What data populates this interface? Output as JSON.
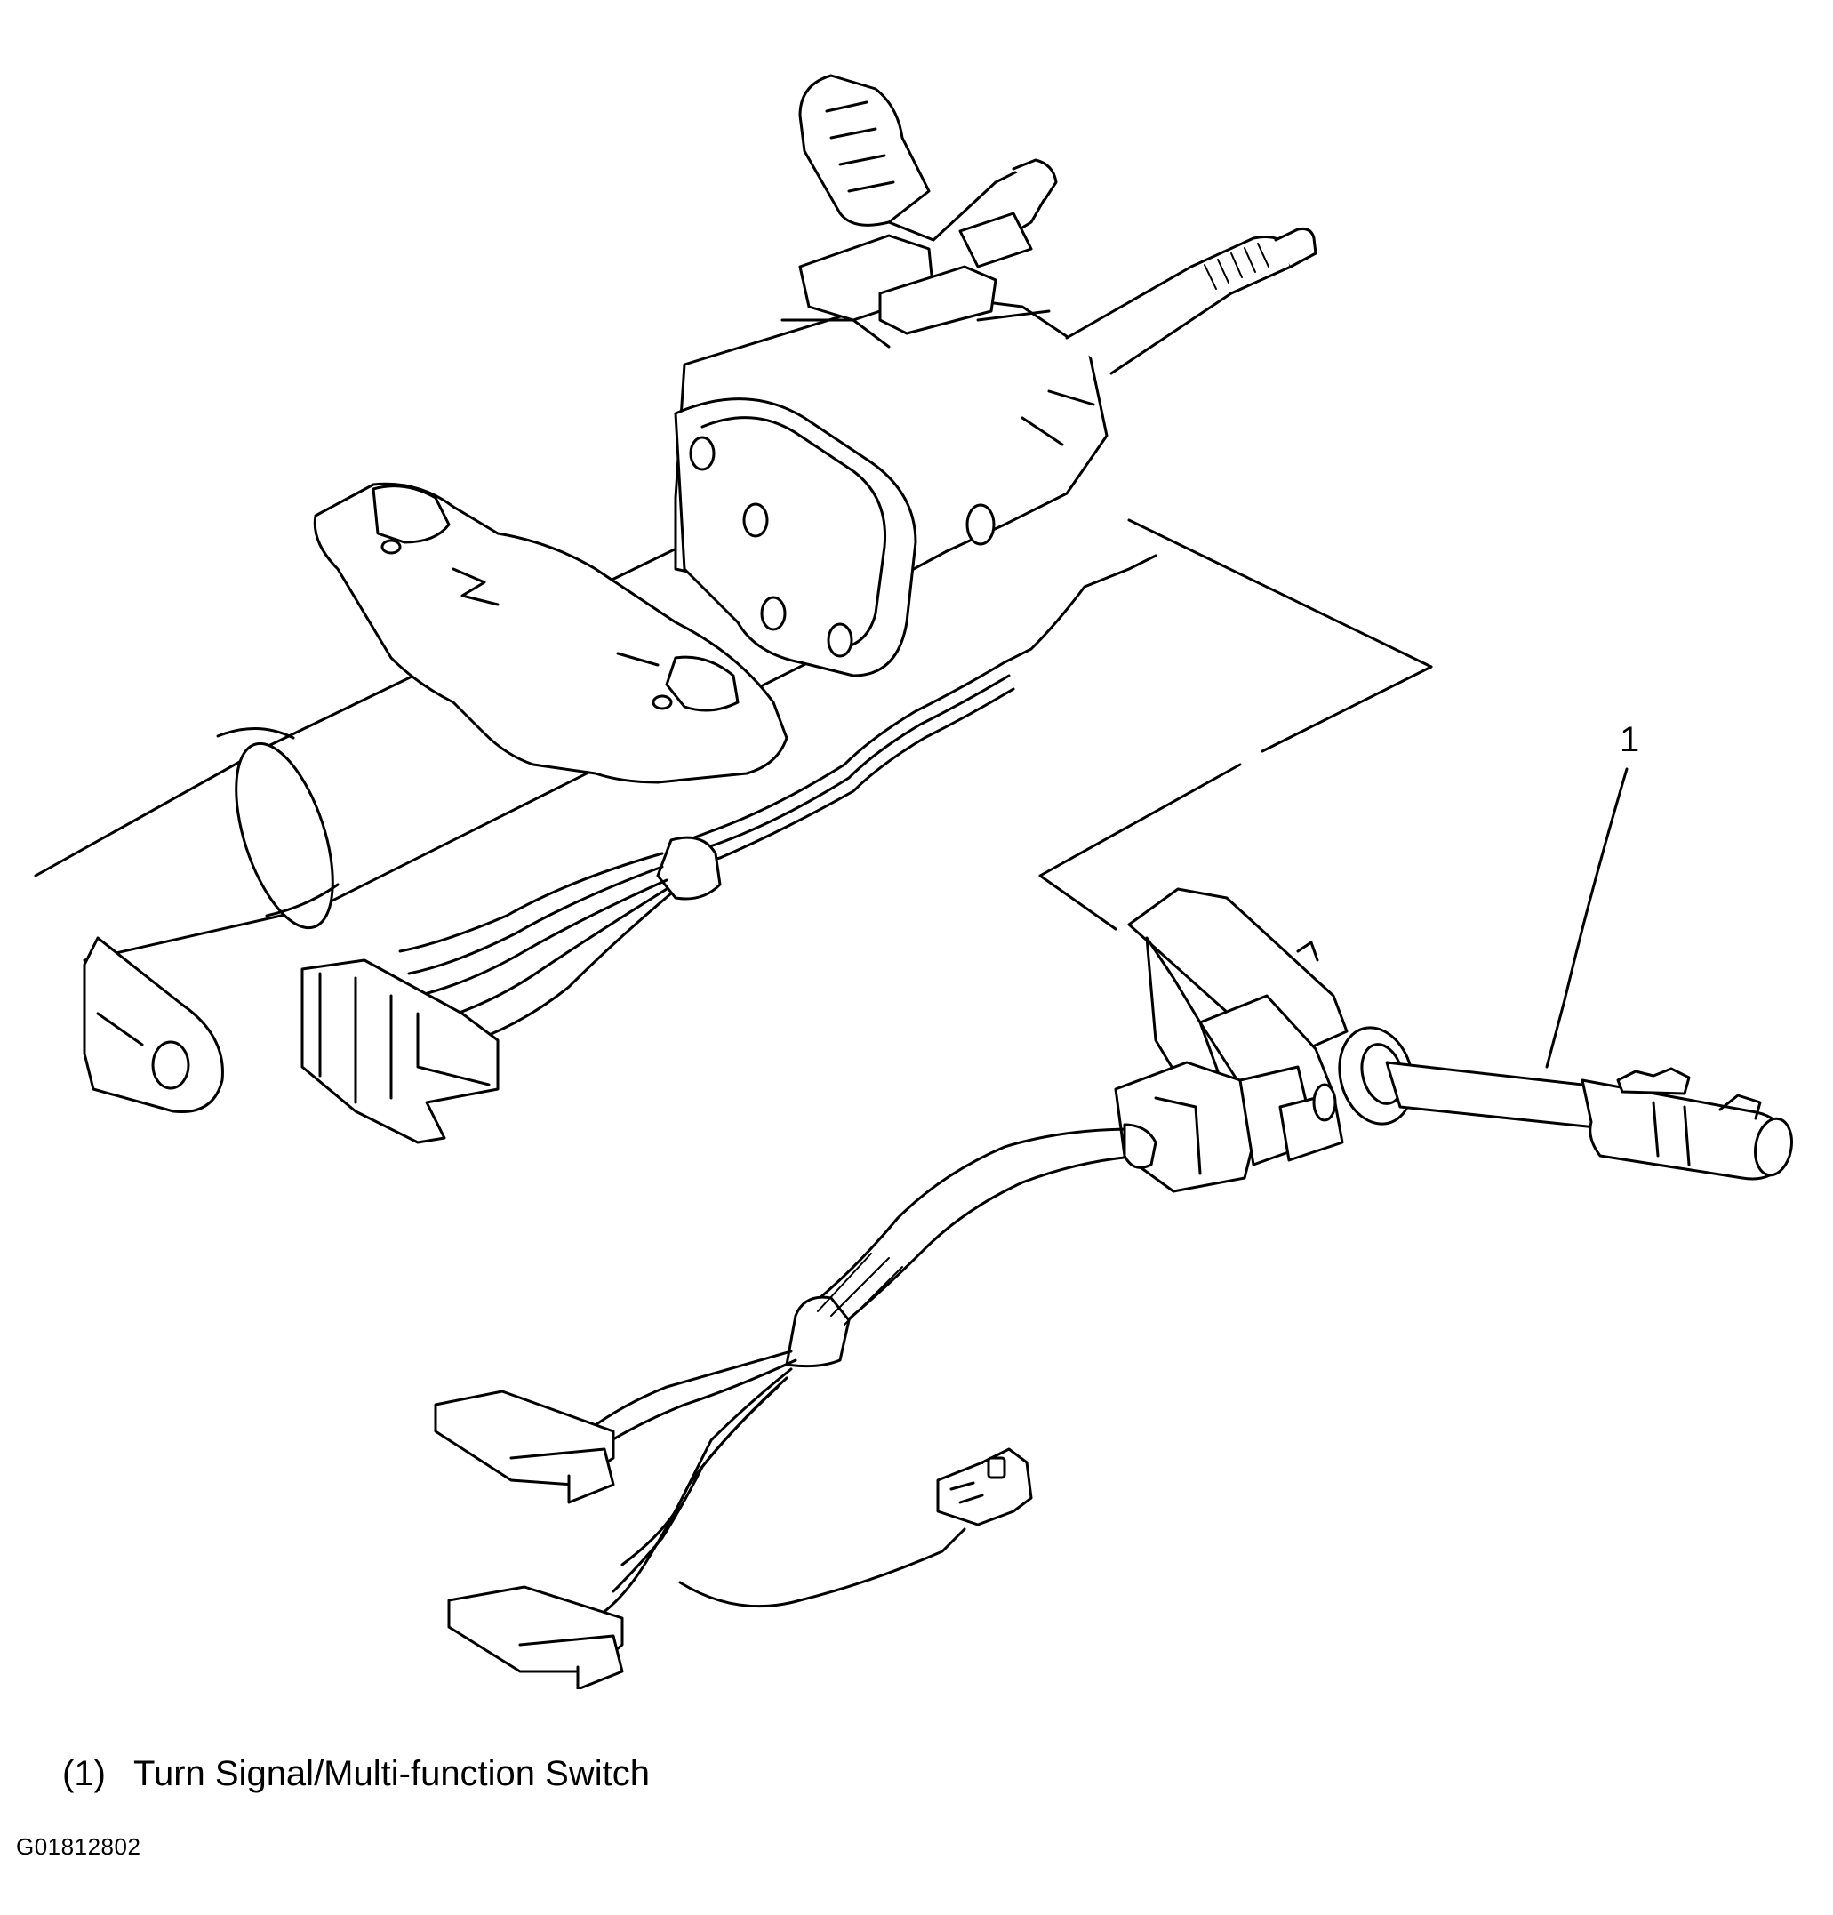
{
  "callouts": [
    {
      "label": "1"
    }
  ],
  "legend": [
    {
      "number": "(1)",
      "text": "Turn Signal/Multi-function Switch"
    }
  ],
  "figure_id": "G01812802"
}
